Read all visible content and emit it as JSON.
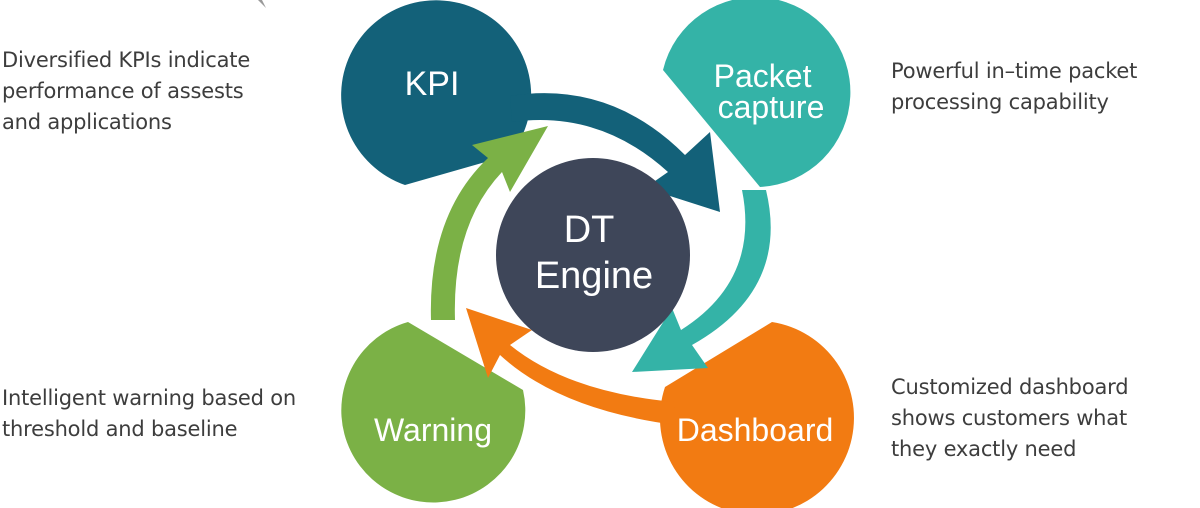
{
  "center": {
    "line1": "DT",
    "line2": "Engine",
    "color": "#3e4659"
  },
  "nodes": {
    "kpi": {
      "label": "KPI",
      "color": "#136179"
    },
    "packet": {
      "line1": "Packet",
      "line2": "capture",
      "color": "#34b3a7"
    },
    "dashboard": {
      "label": "Dashboard",
      "color": "#f27b12"
    },
    "warning": {
      "label": "Warning",
      "color": "#7bb146"
    }
  },
  "descriptions": {
    "kpi": [
      "Diversified KPIs indicate",
      "performance of assests",
      "and applications"
    ],
    "packet": [
      "Powerful in–time packet",
      "processing capability"
    ],
    "warning": [
      "Intelligent warning based on",
      "threshold and baseline"
    ],
    "dashboard": [
      "Customized dashboard",
      "shows customers what",
      "they exactly need"
    ]
  }
}
